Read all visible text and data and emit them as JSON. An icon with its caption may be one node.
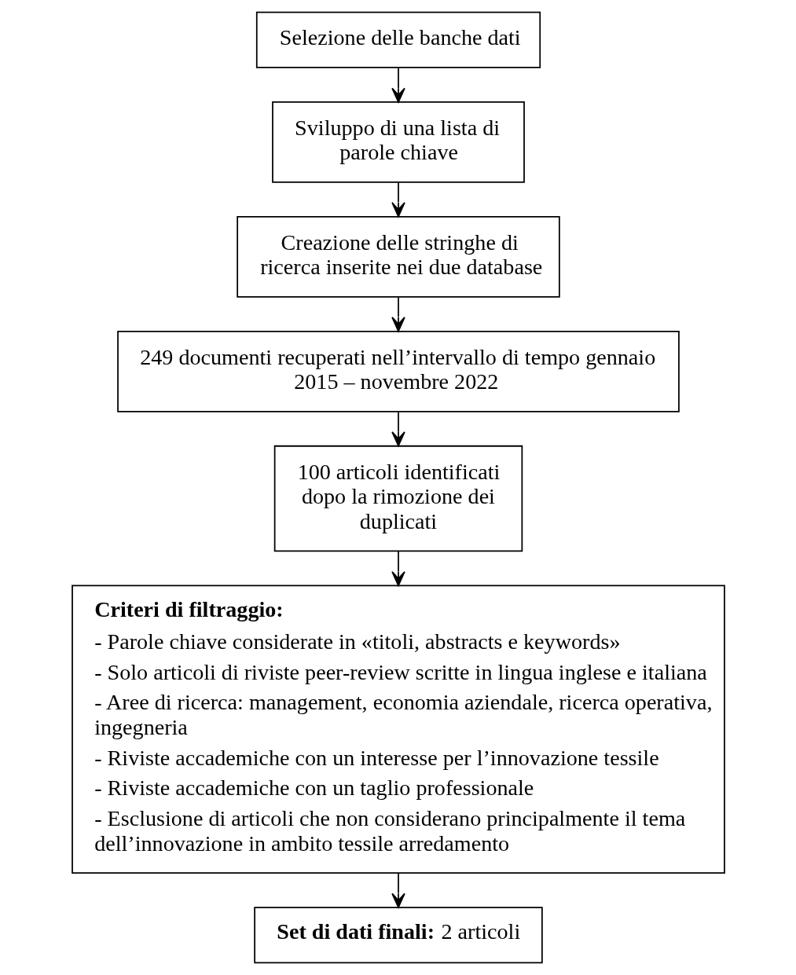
{
  "diagram": {
    "nodes": [
      {
        "text": [
          "Selezione delle banche dati"
        ]
      },
      {
        "text": [
          "Sviluppo di una lista di parole chiave"
        ]
      },
      {
        "text": [
          "Creazione delle stringhe di ricerca inserite nei due database"
        ]
      },
      {
        "text": [
          "249 documenti recuperati nell’intervallo di tempo gennaio 2015 – novembre 2022"
        ]
      },
      {
        "text": [
          "100 articoli identificati dopo la rimozione dei duplicati"
        ]
      },
      {
        "text": [
          "**Criteri di filtraggio:**",
          "- Parole chiave considerate in «titoli, abstracts e keywords»",
          "- Solo articoli di riviste peer-review scritte in lingua inglese e italiana",
          "- Aree di ricerca: management, economia aziendale, ricerca operativa, ingegneria",
          "- Riviste accademiche con un interesse per l’innovazione tessile",
          "- Riviste accademiche con un taglio professionale",
          "- Esclusione di articoli che non considerano principalmente il tema dell’innovazione in ambito tessile arredamento"
        ]
      },
      {
        "text": [
          "**Set di dati finali:** 2 articoli"
        ]
      }
    ],
    "edges": [
      {
        "from": 0,
        "to": 1,
        "arrow": "to"
      },
      {
        "from": 1,
        "to": 2,
        "arrow": "to"
      },
      {
        "from": 2,
        "to": 3,
        "arrow": "to"
      },
      {
        "from": 3,
        "to": 4,
        "arrow": "to"
      },
      {
        "from": 4,
        "to": 5,
        "arrow": "to"
      },
      {
        "from": 5,
        "to": 6,
        "arrow": "to"
      }
    ]
  }
}
